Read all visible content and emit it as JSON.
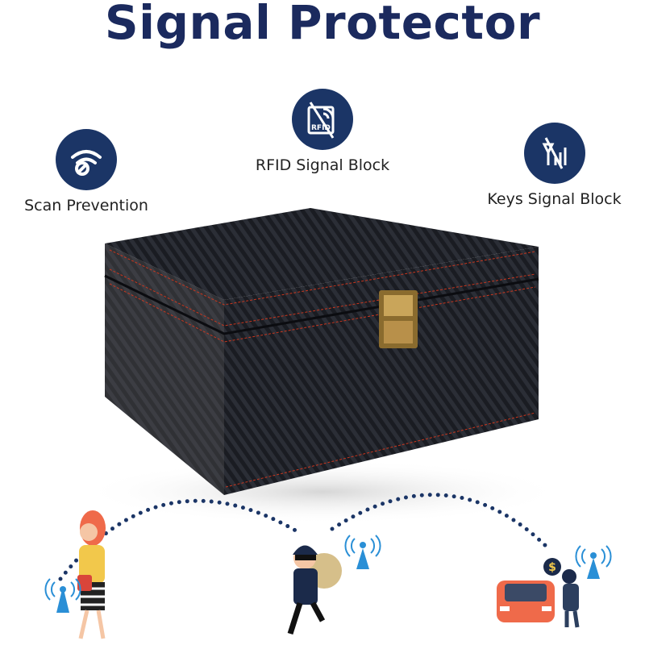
{
  "title": "Signal Protector",
  "features": [
    {
      "label": "Scan Prevention",
      "icon": "wifi-blocked-icon"
    },
    {
      "label": "RFID Signal Block",
      "icon": "rfid-blocked-icon"
    },
    {
      "label": "Keys Signal Block",
      "icon": "antenna-blocked-icon"
    }
  ],
  "rfid_icon_text": "RFID",
  "colors": {
    "navy": "#1b3566",
    "title": "#1b2a5e",
    "signal": "#2a8fd6",
    "stitch": "#c8361e",
    "car": "#ef6a4a"
  }
}
